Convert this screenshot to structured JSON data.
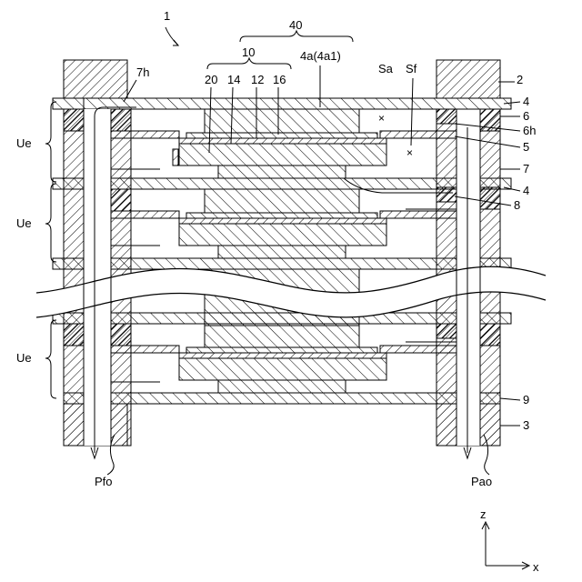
{
  "figure": {
    "ref_main": "1",
    "ref_stack": "40",
    "ref_mea": "10",
    "ref_separator": "4a(4a1)",
    "ref_20": "20",
    "ref_14": "14",
    "ref_12": "12",
    "ref_16": "16",
    "ref_7h": "7h",
    "ref_2": "2",
    "ref_4_top": "4",
    "ref_6": "6",
    "ref_6h": "6h",
    "ref_5": "5",
    "ref_7": "7",
    "ref_4_mid": "4",
    "ref_8": "8",
    "ref_9": "9",
    "ref_3": "3",
    "label_sa": "Sa",
    "label_sf": "Sf",
    "cell_unit_label": "Ue",
    "outlet_fuel": "Pfo",
    "outlet_air": "Pao",
    "axis_z": "z",
    "axis_x": "x"
  },
  "colors": {
    "line": "#000000",
    "background": "#ffffff"
  }
}
